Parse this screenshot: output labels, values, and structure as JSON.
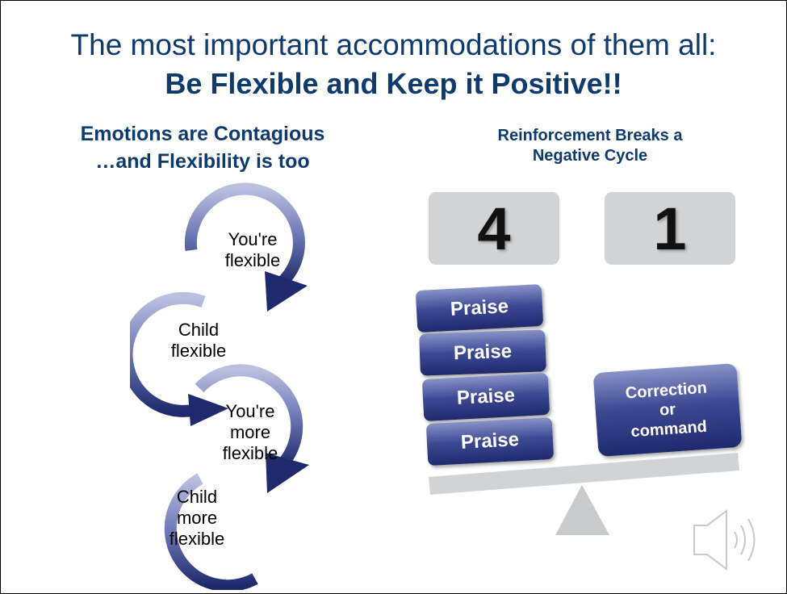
{
  "title": {
    "line1": "The most important accommodations of them all:",
    "line2": "Be Flexible and Keep it Positive!!"
  },
  "left": {
    "heading_line1": "Emotions are Contagious",
    "heading_line2": "…and Flexibility is too",
    "cycle": [
      {
        "lines": [
          "You're",
          "flexible"
        ]
      },
      {
        "lines": [
          "Child",
          "flexible"
        ]
      },
      {
        "lines": [
          "You're",
          "more",
          "flexible"
        ]
      },
      {
        "lines": [
          "Child",
          "more",
          "flexible"
        ]
      }
    ]
  },
  "right": {
    "heading_line1": "Reinforcement Breaks a",
    "heading_line2": "Negative Cycle",
    "ratio_left": "4",
    "ratio_right": "1",
    "praise": [
      "Praise",
      "Praise",
      "Praise",
      "Praise"
    ],
    "correction": [
      "Correction",
      "or",
      "command"
    ]
  },
  "icons": {
    "audio": "speaker-icon"
  },
  "colors": {
    "title": "#0f3a6e",
    "block_dark": "#1f2a6c",
    "block_light": "#8893c7",
    "gray": "#d2d3d5"
  }
}
